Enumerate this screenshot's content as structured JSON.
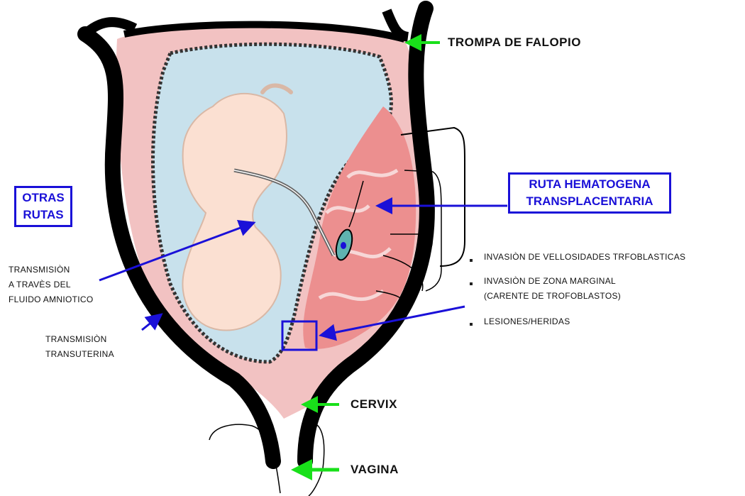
{
  "labels": {
    "trompa": "TROMPA DE FALOPIO",
    "cervix": "CERVIX",
    "vagina": "VAGINA",
    "otras_rutas_1": "OTRAS",
    "otras_rutas_2": "RUTAS",
    "ruta_hematogena_1": "RUTA HEMATOGENA",
    "ruta_hematogena_2": "TRANSPLACENTARIA",
    "amniotico_1": "TRANSMISIÒN",
    "amniotico_2": "A TRAVÈS DEL",
    "amniotico_3": "FLUIDO AMNIOTICO",
    "transuterina_1": "TRANSMISIÒN",
    "transuterina_2": "TRANSUTERINA",
    "bullet_1": "INVASIÒN DE VELLOSIDADES TRFOBLASTICAS",
    "bullet_2a": "INVASIÒN DE ZONA MARGINAL",
    "bullet_2b": "(CARENTE DE TROFOBLASTOS)",
    "bullet_3": "LESIONES/HERIDAS"
  },
  "colors": {
    "uterine_wall": "#000000",
    "myometrium": "#f2c2c2",
    "amniotic_fluid": "#c8e1ec",
    "fetus": "#fbe0d2",
    "placenta": "#ec8f8f",
    "green_arrow": "#19e01a",
    "blue_arrow": "#1a10d8"
  }
}
